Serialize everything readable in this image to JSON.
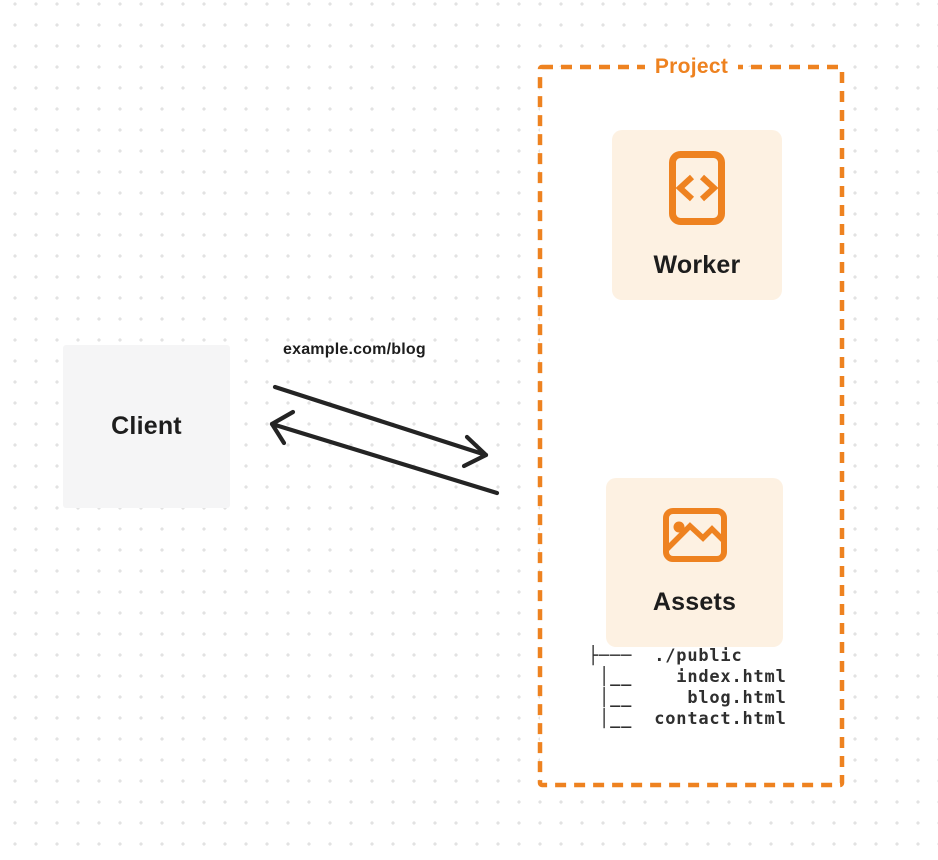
{
  "colors": {
    "accent": "#EE8220",
    "card_bg": "#FDF1E2",
    "client_bg": "#F5F5F6",
    "arrow": "#242424",
    "text_dark": "#1D1D1D",
    "tree_text": "#2F2F2F",
    "dot": "#E2E2E2",
    "page_bg": "#FFFFFF"
  },
  "client": {
    "label": "Client"
  },
  "request": {
    "url": "example.com/blog"
  },
  "project": {
    "label": "Project",
    "worker": {
      "label": "Worker",
      "icon": "code-file-icon"
    },
    "assets": {
      "label": "Assets",
      "icon": "image-icon",
      "file_tree": "├───  ./public\n │__    index.html\n │__     blog.html\n │__  contact.html"
    }
  }
}
